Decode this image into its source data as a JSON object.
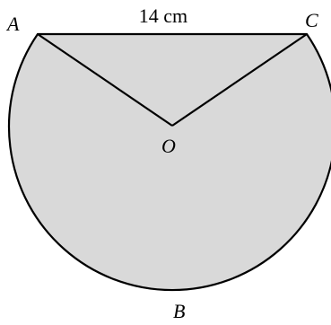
{
  "diagram": {
    "top_label": "14 cm",
    "points": {
      "A": "A",
      "B": "B",
      "C": "C",
      "O": "O"
    }
  },
  "colors": {
    "fill": "#d9d9d9",
    "stroke": "#000000",
    "background": "#ffffff"
  }
}
